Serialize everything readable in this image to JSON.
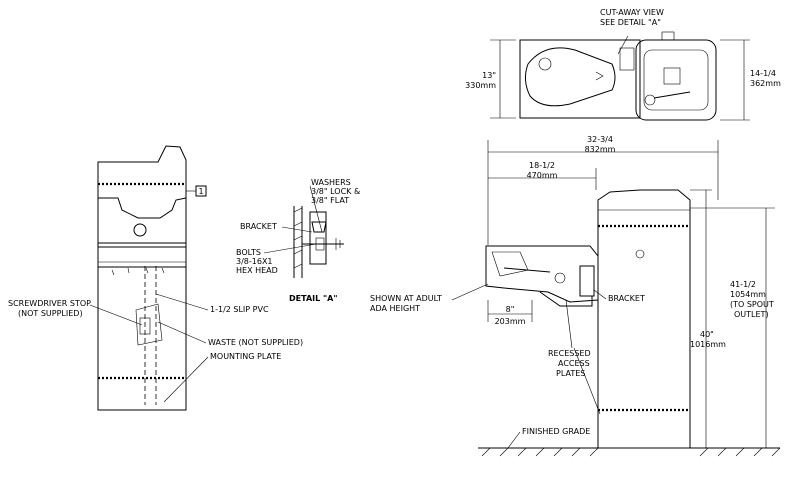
{
  "left_view": {
    "callout_number": "1",
    "screwdriver_stop": [
      "SCREWDRIVER STOP",
      "(NOT SUPPLIED)"
    ],
    "slip_pvc": "1-1/2 SLIP PVC",
    "waste": "WASTE (NOT SUPPLIED)",
    "mounting_plate": "MOUNTING PLATE"
  },
  "detail_a": {
    "washers": [
      "WASHERS",
      "3/8\" LOCK &",
      "3/8\" FLAT"
    ],
    "bracket": "BRACKET",
    "bolts": [
      "BOLTS",
      "3/8-16X1",
      "HEX HEAD"
    ],
    "title": "DETAIL \"A\""
  },
  "top_view": {
    "cutaway": [
      "CUT-AWAY VIEW",
      "SEE DETAIL \"A\""
    ],
    "depth_left": [
      "13\"",
      "330mm"
    ],
    "depth_right": [
      "14-1/4",
      "362mm"
    ]
  },
  "side_view": {
    "overall_width": [
      "32-3/4",
      "832mm"
    ],
    "bowl_width": [
      "18-1/2",
      "470mm"
    ],
    "height_spout": [
      "41-1/2",
      "1054mm",
      "(TO SPOUT",
      "OUTLET)"
    ],
    "height_pedestal": [
      "40\"",
      "1016mm"
    ],
    "shown_at": [
      "SHOWN AT ADULT",
      "ADA HEIGHT"
    ],
    "offset": [
      "8\"",
      "203mm"
    ],
    "bracket": "BRACKET",
    "recessed": [
      "RECESSED",
      "ACCESS",
      "PLATES"
    ],
    "finished_grade": "FINISHED GRADE"
  }
}
